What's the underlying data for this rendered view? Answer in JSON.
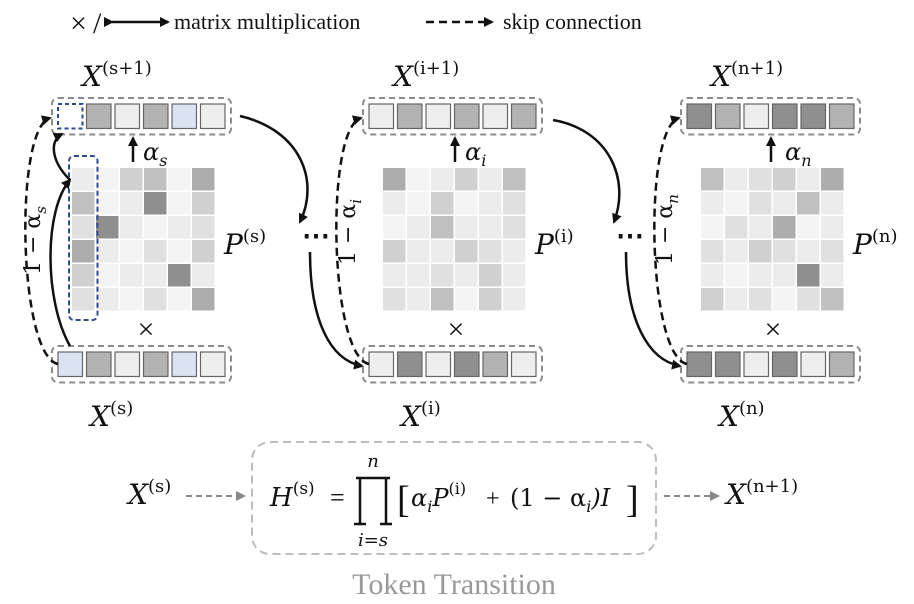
{
  "legend": {
    "times_symbol": "×",
    "slash": "/",
    "matmul_label": "matrix multiplication",
    "skip_label": "skip connection"
  },
  "blocks": [
    {
      "id": "s",
      "x_top": "X",
      "x_top_sup": "(s+1)",
      "x_bottom": "X",
      "x_bottom_sup": "(s)",
      "p_label": "P",
      "p_sup": "(s)",
      "alpha": "α",
      "alpha_sub": "s",
      "skip_label": "1 − α",
      "skip_sub": "s",
      "times": "×",
      "top_cells": [
        "blank-blue-dashed",
        "mid",
        "light",
        "mid",
        "blue",
        "light"
      ],
      "bottom_cells": [
        "blue",
        "mid",
        "light",
        "mid",
        "blue",
        "light"
      ],
      "matrix": [
        [
          1,
          0,
          3,
          4,
          0,
          5
        ],
        [
          4,
          0,
          1,
          6,
          0,
          3
        ],
        [
          2,
          6,
          1,
          0,
          1,
          2
        ],
        [
          5,
          1,
          0,
          2,
          0,
          3
        ],
        [
          3,
          0,
          1,
          1,
          6,
          1
        ],
        [
          2,
          1,
          0,
          2,
          0,
          5
        ]
      ],
      "highlight_col": true
    },
    {
      "id": "i",
      "x_top": "X",
      "x_top_sup": "(i+1)",
      "x_bottom": "X",
      "x_bottom_sup": "(i)",
      "p_label": "P",
      "p_sup": "(i)",
      "alpha": "α",
      "alpha_sub": "i",
      "skip_label": "1 − α",
      "skip_sub": "i",
      "times": "×",
      "top_cells": [
        "light",
        "mid",
        "light",
        "mid",
        "light",
        "mid"
      ],
      "bottom_cells": [
        "light",
        "dark",
        "light",
        "dark",
        "mid",
        "light"
      ],
      "matrix": [
        [
          5,
          0,
          1,
          3,
          1,
          4
        ],
        [
          1,
          0,
          3,
          0,
          1,
          2
        ],
        [
          0,
          1,
          4,
          1,
          1,
          2
        ],
        [
          3,
          1,
          1,
          3,
          2,
          1
        ],
        [
          1,
          1,
          2,
          1,
          3,
          1
        ],
        [
          2,
          1,
          4,
          0,
          3,
          1
        ]
      ],
      "highlight_col": false
    },
    {
      "id": "n",
      "x_top": "X",
      "x_top_sup": "(n+1)",
      "x_bottom": "X",
      "x_bottom_sup": "(n)",
      "p_label": "P",
      "p_sup": "(n)",
      "alpha": "α",
      "alpha_sub": "n",
      "skip_label": "1 − α",
      "skip_sub": "n",
      "times": "×",
      "top_cells": [
        "dark",
        "mid",
        "light",
        "dark",
        "dark",
        "mid"
      ],
      "bottom_cells": [
        "dark",
        "dark",
        "light",
        "dark",
        "light",
        "mid"
      ],
      "matrix": [
        [
          4,
          1,
          2,
          3,
          1,
          5
        ],
        [
          1,
          0,
          2,
          1,
          4,
          1
        ],
        [
          0,
          2,
          1,
          5,
          0,
          1
        ],
        [
          2,
          1,
          3,
          2,
          1,
          2
        ],
        [
          1,
          0,
          1,
          1,
          6,
          1
        ],
        [
          3,
          1,
          2,
          0,
          2,
          4
        ]
      ],
      "highlight_col": false
    }
  ],
  "ellipsis": "⋯",
  "formula": {
    "input": "X",
    "input_sup": "(s)",
    "lhs": "H",
    "lhs_sup": "(s)",
    "equals": "=",
    "prod_upper": "n",
    "prod_lower": "i=s",
    "body_open": "[",
    "term1_a": "α",
    "term1_a_sub": "i",
    "term1_p": "P",
    "term1_p_sup": "(i)",
    "plus": "+",
    "term2": "(1 − α",
    "term2_sub": "i",
    "term2_end": ")I",
    "body_close": "]",
    "output": "X",
    "output_sup": "(n+1)"
  },
  "caption": "Token Transition",
  "colors": {
    "light": "#eeeeee",
    "mid": "#b3b3b3",
    "dark": "#8f8f8f",
    "blue": "#dbe3f3",
    "blue_dash": "#2f4b8a",
    "box_dash": "#8c8c8c",
    "caption_dash": "#bdbdbd"
  }
}
